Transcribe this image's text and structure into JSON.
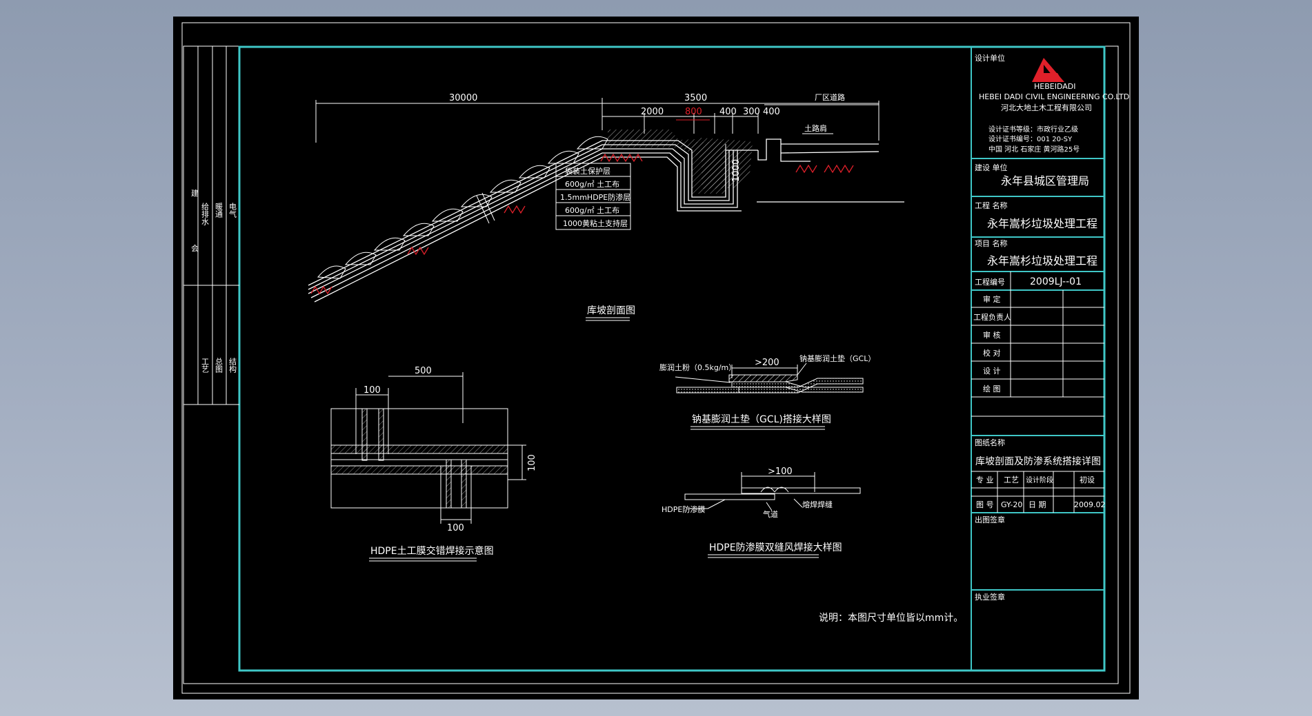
{
  "colors": {
    "background": "#000000",
    "frame": "#3fc7c7",
    "line": "#ffffff",
    "accent": "#e0202a"
  },
  "dims": {
    "d30000": "30000",
    "d3500": "3500",
    "d2000": "2000",
    "d800": "800",
    "d400a": "400",
    "d300": "300",
    "d400b": "400",
    "d1000": "1000",
    "d500": "500",
    "d100a": "100",
    "d100b": "100",
    "d100c": "100",
    "d200": ">200",
    "d100w": ">100"
  },
  "labels": {
    "factory_road": "厂区道路",
    "soil_road": "土路肩",
    "layer1": "袋装土保护层",
    "layer2": "600g/㎡ 土工布",
    "layer3": "1.5mmHDPE防渗层",
    "layer4": "600g/㎡ 土工布",
    "layer5": "1000黄粘土支持层",
    "bentonite_powder": "膨润土粉（0.5kg/m）",
    "gcl": "钠基膨润土垫（GCL）",
    "hdpe_membrane": "HDPE防渗膜",
    "air_channel": "气道",
    "weld_seam": "熔焊焊缝"
  },
  "titles": {
    "slope_section": "库坡剖面图",
    "gcl_detail": "钠基膨润土垫（GCL)搭接大样图",
    "hdpe_cross": "HDPE土工膜交错焊接示意图",
    "hdpe_double": "HDPE防渗膜双缝风焊接大样图"
  },
  "note": "说明：本图尺寸单位皆以mm计。",
  "left_strip": {
    "top_cols": [
      "建",
      "会",
      "给排水",
      "暖通",
      "电气"
    ],
    "bottom_cols": [
      "工艺",
      "总图",
      "结构"
    ]
  },
  "title_block": {
    "design_unit_label": "设计单位",
    "logo_text": "HEBEIDADI",
    "company_en": "HEBEI DADI CIVIL ENGINEERING CO.LTD",
    "company_cn": "河北大地土木工程有限公司",
    "cert_grade": "设计证书等级：市政行业乙级",
    "cert_no": "设计证书编号：001 20-SY",
    "address": "中国 河北 石家庄 黄河路25号",
    "client_label": "建设 单位",
    "client": "永年县城区管理局",
    "project_label": "工程 名称",
    "project": "永年嵩杉垃圾处理工程",
    "item_label": "项目 名称",
    "item": "永年嵩杉垃圾处理工程",
    "project_no_label": "工程编号",
    "project_no": "2009LJ--01",
    "roles": [
      "审 定",
      "工程负责人",
      "审 核",
      "校 对",
      "设 计",
      "绘 图"
    ],
    "drawing_name_label": "图纸名称",
    "drawing_name": "库坡剖面及防渗系统搭接详图",
    "discipline_label": "专 业",
    "discipline": "工艺",
    "stage_label": "设计阶段",
    "stage": "初设",
    "drawing_no_label": "图 号",
    "drawing_no": "GY-20",
    "date_label": "日 期",
    "date": "2009.02",
    "issue_stamp_label": "出图签章",
    "practice_stamp_label": "执业签章"
  }
}
